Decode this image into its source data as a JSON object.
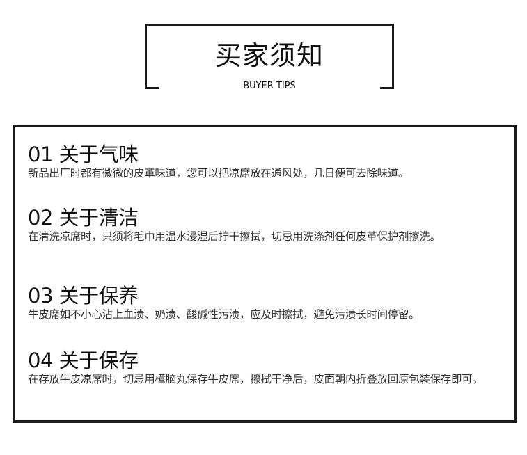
{
  "header": {
    "title": "买家须知",
    "subtitle": "BUYER TIPS"
  },
  "sections": [
    {
      "title": "01 关于气味",
      "body": "新品出厂时都有微微的皮革味道，您可以把凉席放在通风处，几日便可去除味道。"
    },
    {
      "title": "02 关于清洁",
      "body": "在清洗凉席时，只须将毛巾用温水浸湿后拧干擦拭，切忌用洗涤剂任何皮革保护剂擦洗。"
    },
    {
      "title": "03 关于保养",
      "body": "牛皮席如不小心沾上血渍、奶渍、酸碱性污渍，应及时擦拭，避免污渍长时间停留。"
    },
    {
      "title": "04 关于保存",
      "body": "在存放牛皮凉席时，切忌用樟脑丸保存牛皮席，擦拭干净后，皮面朝内折叠放回原包装保存即可。"
    }
  ]
}
